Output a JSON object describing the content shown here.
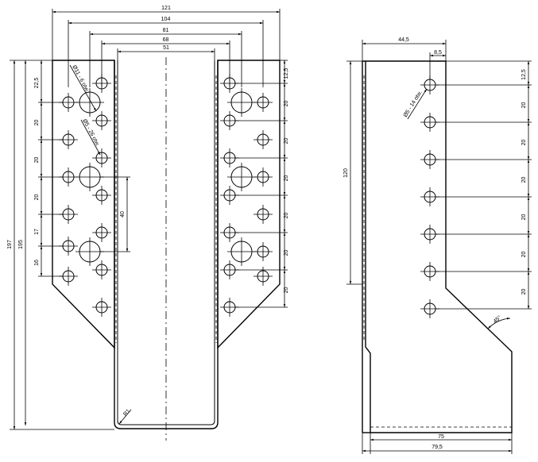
{
  "front_view": {
    "dims_horizontal": [
      "121",
      "104",
      "81",
      "68",
      "51"
    ],
    "dim_overall_height": "197",
    "dim_inner_height": "195",
    "left_chain": [
      "22,5",
      "20",
      "20",
      "20",
      "17",
      "16"
    ],
    "right_chain": [
      "12,5",
      "20",
      "20",
      "20",
      "20",
      "20",
      "20"
    ],
    "dim_big_hole_spacing": "40",
    "note_big_holes": "Ø11 - 6 otw.",
    "note_small_holes": "Ø5 - 26 otw.",
    "radius": "R1"
  },
  "side_view": {
    "dim_top_width": "44,5",
    "dim_hole_offset": "8,5",
    "dim_height": "120",
    "note_holes": "Ø5 - 14 otw.",
    "chain": [
      "12,5",
      "20",
      "20",
      "20",
      "20",
      "20",
      "20"
    ],
    "angle": "45°",
    "dim_bottom_inner": "75",
    "dim_bottom_outer": "79,5"
  }
}
